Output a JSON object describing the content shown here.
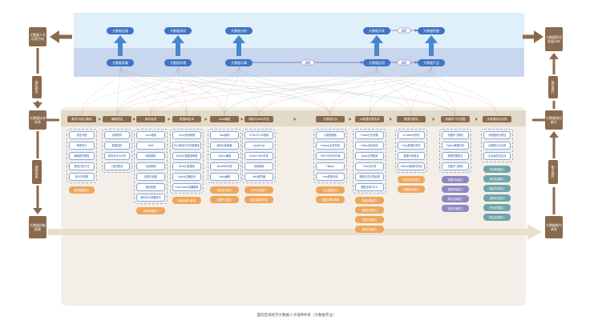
{
  "top": {
    "row1": [
      "大数据运维",
      "大数据测试",
      "大数据分析",
      "大数据开发",
      "大数据挖掘"
    ],
    "row2": [
      "大数据采集",
      "大数据存储",
      "大数据计算",
      "大数据应用",
      "大数据产品"
    ],
    "mid_labels": [
      "进阶",
      "进阶"
    ],
    "row1_link": "进阶"
  },
  "side": {
    "left_top": "大数据人才培养方向",
    "left_mid": "大数据技术体系",
    "left_bottom": "大数据技能图谱",
    "left_v1": "岗位能力",
    "left_v2": "课程体系",
    "right_top": "大数据职业发展方向",
    "right_mid": "大数据岗位能力",
    "right_bottom": "大数据能力体系",
    "right_v1": "岗位晋升",
    "right_v2": "能力提升"
  },
  "heads": [
    "数学与统计基础",
    "编程语言",
    "操作系统",
    "数据库技术",
    "Java编程",
    "网络与Web开发",
    "大数据平台",
    "大数据处理技术",
    "数据可视化",
    "机器学习与挖掘",
    "大数据综合实践"
  ],
  "columns": [
    {
      "cards": [
        "线性代数",
        "概率统计",
        "离散数学基础",
        "数值分析方法",
        "统计学原理"
      ],
      "orange": [
        "数学建模能力"
      ],
      "teal": [],
      "purple": []
    },
    {
      "cards": [
        "高等数学",
        "数据结构",
        "算法设计与分析",
        "C语言程序"
      ],
      "orange": [],
      "teal": [],
      "purple": []
    },
    {
      "cards": [
        "Linux基础",
        "Shell",
        "网络基础",
        "系统管理",
        "进程与线程",
        "服务管理",
        "虚拟化与容器技术"
      ],
      "orange": [
        "运维管理能力"
      ],
      "teal": [],
      "purple": []
    },
    {
      "cards": [
        "Linux系统管理",
        "SQL基础与关系数据库",
        "MySQL数据库管理",
        "NoSQL数据库",
        "Docker容器技术",
        "Kubernetes容器编排"
      ],
      "orange": [
        "系统运维与部署"
      ],
      "teal": [],
      "purple": []
    },
    {
      "cards": [
        "Java基础",
        "面向对象编程",
        "Python编程",
        "JavaWeb开发",
        "Scala编程"
      ],
      "orange": [
        "程序设计能力",
        "系统开发能力"
      ],
      "teal": [],
      "purple": []
    },
    {
      "cards": [
        "HTML与CSS基础",
        "JavaScript",
        "Python Web开发",
        "前端框架",
        "Web服务器"
      ],
      "orange": [
        "Web开发能力",
        "前后端综合开发"
      ],
      "teal": [],
      "purple": []
    },
    {
      "cards": [
        "大数据基础",
        "Hadoop生态系统",
        "HDFS分布式存储",
        "HBase",
        "Hive数据仓库"
      ],
      "orange": [
        "平台搭建能力",
        "数据存储与管理"
      ],
      "teal": [],
      "purple": []
    },
    {
      "cards": [
        "Flume日志采集",
        "Kafka消息系统",
        "Spark计算框架",
        "Flink流计算",
        "数据清洗与预处理",
        "数据仓库与ETL"
      ],
      "orange": [
        "数据采集能力",
        "数据处理能力",
        "流式计算能力",
        "离线计算能力"
      ],
      "teal": [],
      "purple": []
    },
    {
      "cards": [
        "ECharts可视化",
        "D3.js数据可视化",
        "数据分析报告",
        "Tableau数据可视化"
      ],
      "orange": [
        "可视化设计能力",
        "数据展示能力"
      ],
      "teal": [],
      "purple": []
    },
    {
      "cards": [
        "机器学习基础",
        "Python数据分析",
        "数据挖掘算法",
        "深度学习基础"
      ],
      "orange": [],
      "teal": [],
      "purple": [
        "挖掘分析能力",
        "模型构建能力",
        "算法应用能力",
        "智能决策能力"
      ]
    },
    {
      "cards": [
        "大数据综合项目",
        "大数据行业应用",
        "企业级项目实训"
      ],
      "orange": [],
      "teal": [
        "项目管理能力",
        "综合应用能力",
        "团队协作能力",
        "创新创业能力",
        "行业实践能力",
        "职业素养能力"
      ],
      "purple": []
    }
  ],
  "caption": "面向区域经济大数据人才培养体系（大数据专业）"
}
